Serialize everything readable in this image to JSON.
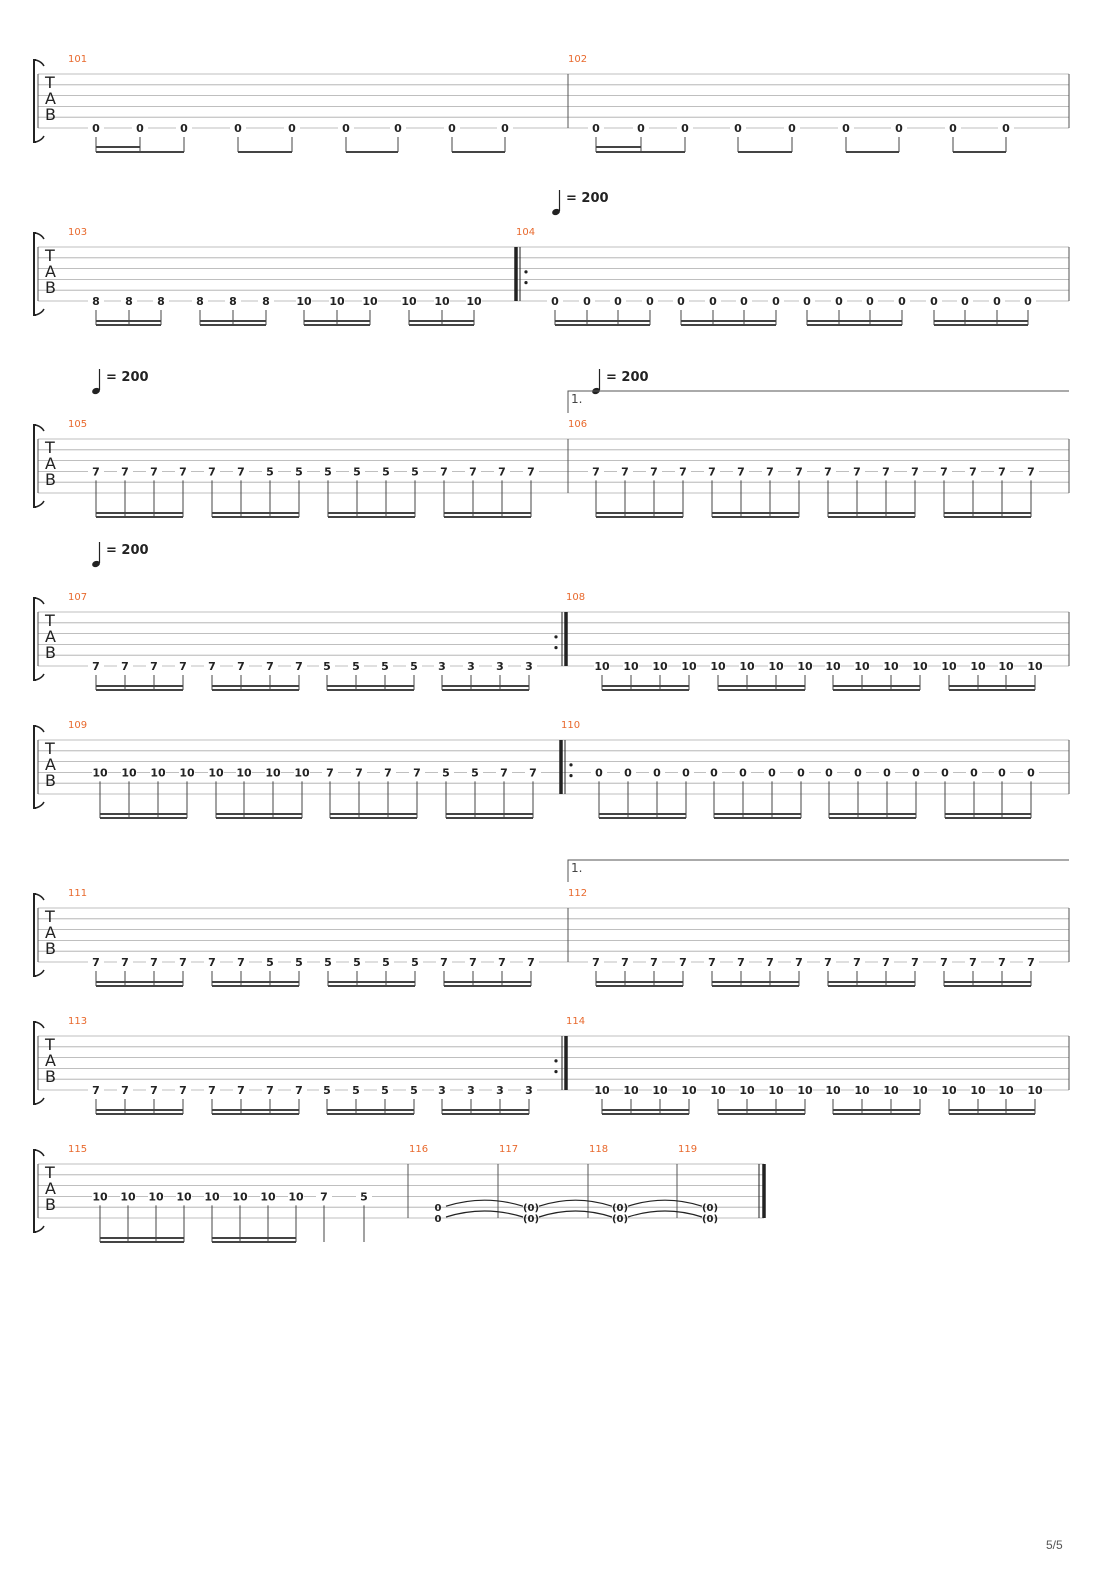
{
  "page": {
    "number": "5/5"
  },
  "tab_clef": [
    "T",
    "A",
    "B"
  ],
  "tempo": {
    "value": "= 200"
  },
  "volta": {
    "label": "1."
  },
  "systems": [
    {
      "measures": [
        {
          "num": "101",
          "notes": [
            [
              "0"
            ],
            [
              "0"
            ],
            [
              "0"
            ],
            [
              "0"
            ],
            [
              "0"
            ],
            [
              "0"
            ],
            [
              "0"
            ],
            [
              "0"
            ],
            [
              "0"
            ]
          ],
          "groups": [
            3,
            2,
            2,
            2
          ]
        },
        {
          "num": "102",
          "notes": [
            [
              "0"
            ],
            [
              "0"
            ],
            [
              "0"
            ],
            [
              "0"
            ],
            [
              "0"
            ],
            [
              "0"
            ],
            [
              "0"
            ],
            [
              "0"
            ],
            [
              "0"
            ]
          ],
          "groups": [
            3,
            2,
            2,
            2
          ]
        }
      ]
    },
    {
      "measures": [
        {
          "num": "103",
          "notes": [
            [
              "8"
            ],
            [
              "8"
            ],
            [
              "8"
            ],
            [
              "8"
            ],
            [
              "8"
            ],
            [
              "8"
            ],
            [
              "10"
            ],
            [
              "10"
            ],
            [
              "10"
            ],
            [
              "10"
            ],
            [
              "10"
            ],
            [
              "10"
            ]
          ],
          "groups": [
            3,
            3,
            3,
            3
          ]
        },
        {
          "num": "104",
          "tempo": true,
          "repeat_start": true,
          "notes": [
            [
              "0"
            ],
            [
              "0"
            ],
            [
              "0"
            ],
            [
              "0"
            ],
            [
              "0"
            ],
            [
              "0"
            ],
            [
              "0"
            ],
            [
              "0"
            ],
            [
              "0"
            ],
            [
              "0"
            ],
            [
              "0"
            ],
            [
              "0"
            ],
            [
              "0"
            ],
            [
              "0"
            ],
            [
              "0"
            ],
            [
              "0"
            ]
          ],
          "groups": [
            4,
            4,
            4,
            4
          ]
        }
      ]
    },
    {
      "measures": [
        {
          "num": "105",
          "tempo": true,
          "notes": [
            [
              "7"
            ],
            [
              "7"
            ],
            [
              "7"
            ],
            [
              "7"
            ],
            [
              "7"
            ],
            [
              "7"
            ],
            [
              "5"
            ],
            [
              "5"
            ],
            [
              "5"
            ],
            [
              "5"
            ],
            [
              "5"
            ],
            [
              "5"
            ],
            [
              "7"
            ],
            [
              "7"
            ],
            [
              "7"
            ],
            [
              "7"
            ]
          ],
          "groups": [
            4,
            4,
            4,
            4
          ]
        },
        {
          "num": "106",
          "tempo": true,
          "volta": true,
          "notes": [
            [
              "7"
            ],
            [
              "7"
            ],
            [
              "7"
            ],
            [
              "7"
            ],
            [
              "7"
            ],
            [
              "7"
            ],
            [
              "7"
            ],
            [
              "7"
            ],
            [
              "7"
            ],
            [
              "7"
            ],
            [
              "7"
            ],
            [
              "7"
            ],
            [
              "7"
            ],
            [
              "7"
            ],
            [
              "7"
            ],
            [
              "7"
            ]
          ],
          "groups": [
            4,
            4,
            4,
            4
          ]
        }
      ]
    },
    {
      "measures": [
        {
          "num": "107",
          "tempo": true,
          "repeat_end": true,
          "notes": [
            [
              "7"
            ],
            [
              "7"
            ],
            [
              "7"
            ],
            [
              "7"
            ],
            [
              "7"
            ],
            [
              "7"
            ],
            [
              "7"
            ],
            [
              "7"
            ],
            [
              "5"
            ],
            [
              "5"
            ],
            [
              "5"
            ],
            [
              "5"
            ],
            [
              "3"
            ],
            [
              "3"
            ],
            [
              "3"
            ],
            [
              "3"
            ]
          ],
          "groups": [
            4,
            4,
            4,
            4
          ]
        },
        {
          "num": "108",
          "notes": [
            [
              "10"
            ],
            [
              "10"
            ],
            [
              "10"
            ],
            [
              "10"
            ],
            [
              "10"
            ],
            [
              "10"
            ],
            [
              "10"
            ],
            [
              "10"
            ],
            [
              "10"
            ],
            [
              "10"
            ],
            [
              "10"
            ],
            [
              "10"
            ],
            [
              "10"
            ],
            [
              "10"
            ],
            [
              "10"
            ],
            [
              "10"
            ]
          ],
          "groups": [
            4,
            4,
            4,
            4
          ]
        }
      ]
    },
    {
      "measures": [
        {
          "num": "109",
          "notes": [
            [
              "10"
            ],
            [
              "10"
            ],
            [
              "10"
            ],
            [
              "10"
            ],
            [
              "10"
            ],
            [
              "10"
            ],
            [
              "10"
            ],
            [
              "10"
            ],
            [
              "7"
            ],
            [
              "7"
            ],
            [
              "7"
            ],
            [
              "7"
            ],
            [
              "5"
            ],
            [
              "5"
            ],
            [
              "7"
            ],
            [
              "7"
            ]
          ],
          "groups": [
            4,
            4,
            4,
            4
          ]
        },
        {
          "num": "110",
          "repeat_start": true,
          "notes": [
            [
              "0"
            ],
            [
              "0"
            ],
            [
              "0"
            ],
            [
              "0"
            ],
            [
              "0"
            ],
            [
              "0"
            ],
            [
              "0"
            ],
            [
              "0"
            ],
            [
              "0"
            ],
            [
              "0"
            ],
            [
              "0"
            ],
            [
              "0"
            ],
            [
              "0"
            ],
            [
              "0"
            ],
            [
              "0"
            ],
            [
              "0"
            ]
          ],
          "groups": [
            4,
            4,
            4,
            4
          ]
        }
      ]
    },
    {
      "measures": [
        {
          "num": "111",
          "notes": [
            [
              "7"
            ],
            [
              "7"
            ],
            [
              "7"
            ],
            [
              "7"
            ],
            [
              "7"
            ],
            [
              "7"
            ],
            [
              "5"
            ],
            [
              "5"
            ],
            [
              "5"
            ],
            [
              "5"
            ],
            [
              "5"
            ],
            [
              "5"
            ],
            [
              "7"
            ],
            [
              "7"
            ],
            [
              "7"
            ],
            [
              "7"
            ]
          ],
          "groups": [
            4,
            4,
            4,
            4
          ]
        },
        {
          "num": "112",
          "volta": true,
          "notes": [
            [
              "7"
            ],
            [
              "7"
            ],
            [
              "7"
            ],
            [
              "7"
            ],
            [
              "7"
            ],
            [
              "7"
            ],
            [
              "7"
            ],
            [
              "7"
            ],
            [
              "7"
            ],
            [
              "7"
            ],
            [
              "7"
            ],
            [
              "7"
            ],
            [
              "7"
            ],
            [
              "7"
            ],
            [
              "7"
            ],
            [
              "7"
            ]
          ],
          "groups": [
            4,
            4,
            4,
            4
          ]
        }
      ]
    },
    {
      "measures": [
        {
          "num": "113",
          "repeat_end": true,
          "notes": [
            [
              "7"
            ],
            [
              "7"
            ],
            [
              "7"
            ],
            [
              "7"
            ],
            [
              "7"
            ],
            [
              "7"
            ],
            [
              "7"
            ],
            [
              "7"
            ],
            [
              "5"
            ],
            [
              "5"
            ],
            [
              "5"
            ],
            [
              "5"
            ],
            [
              "3"
            ],
            [
              "3"
            ],
            [
              "3"
            ],
            [
              "3"
            ]
          ],
          "groups": [
            4,
            4,
            4,
            4
          ]
        },
        {
          "num": "114",
          "notes": [
            [
              "10"
            ],
            [
              "10"
            ],
            [
              "10"
            ],
            [
              "10"
            ],
            [
              "10"
            ],
            [
              "10"
            ],
            [
              "10"
            ],
            [
              "10"
            ],
            [
              "10"
            ],
            [
              "10"
            ],
            [
              "10"
            ],
            [
              "10"
            ],
            [
              "10"
            ],
            [
              "10"
            ],
            [
              "10"
            ],
            [
              "10"
            ]
          ],
          "groups": [
            4,
            4,
            4,
            4
          ]
        }
      ]
    },
    {
      "measures": [
        {
          "num": "115",
          "notes": [
            [
              "10"
            ],
            [
              "10"
            ],
            [
              "10"
            ],
            [
              "10"
            ],
            [
              "10"
            ],
            [
              "10"
            ],
            [
              "10"
            ],
            [
              "10"
            ],
            [
              "7"
            ],
            [
              "5"
            ]
          ],
          "groups": [
            4,
            4,
            1,
            1
          ]
        },
        {
          "num": "116",
          "notes": [
            [
              "0",
              "0"
            ]
          ],
          "chord": true
        },
        {
          "num": "117",
          "notes": [
            [
              "(0)",
              "(0)"
            ]
          ],
          "chord": true
        },
        {
          "num": "118",
          "notes": [
            [
              "(0)",
              "(0)"
            ]
          ],
          "chord": true
        },
        {
          "num": "119",
          "notes": [
            [
              "(0)",
              "(0)"
            ]
          ],
          "chord": true,
          "final": true
        }
      ]
    }
  ]
}
